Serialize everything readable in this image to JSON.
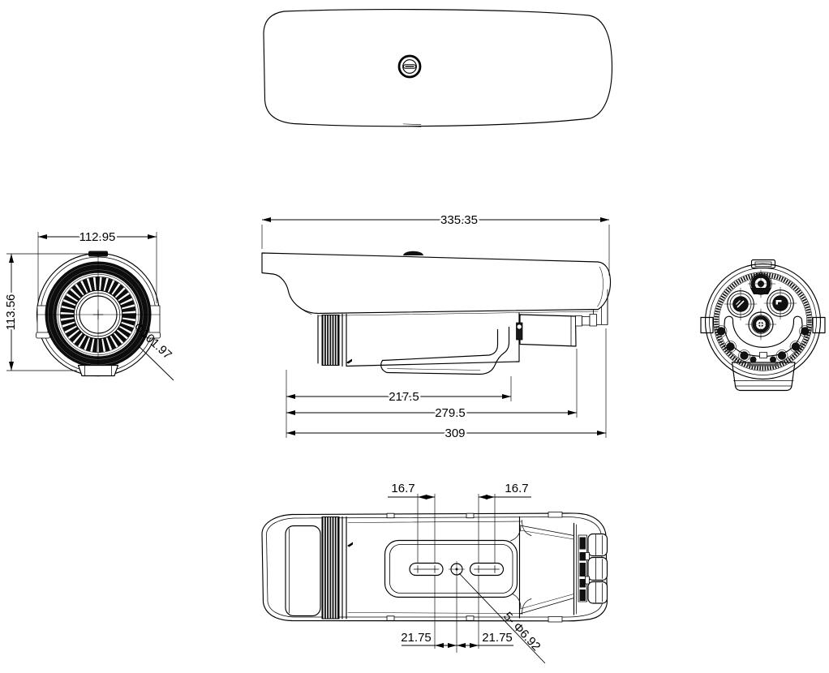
{
  "background": "#ffffff",
  "line_color": "#000000",
  "views": {
    "front": {
      "dims": {
        "width": "112.95",
        "height": "113.56",
        "lens_diameter": "Φ101.97"
      }
    },
    "side": {
      "dims": {
        "overall_length": "335.35",
        "bracket_length": "217.5",
        "body_length": "279.5",
        "housing_length": "309"
      }
    },
    "bottom": {
      "dims": {
        "slot_offset_left": "16.7",
        "slot_offset_right": "16.7",
        "hole_spacing_left": "21.75",
        "hole_spacing_right": "21.75",
        "mounting_holes": "5- Φ6.92"
      }
    }
  }
}
